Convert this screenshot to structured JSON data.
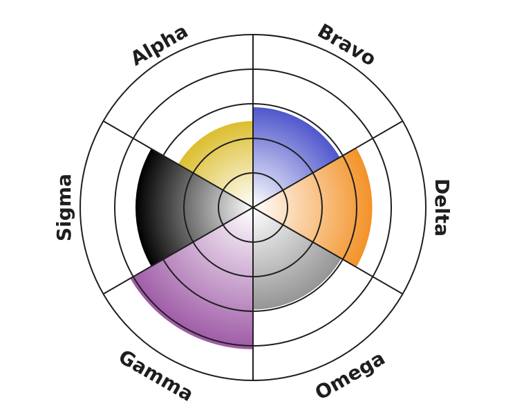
{
  "chart_data": {
    "type": "polar-area",
    "title": "",
    "categories": [
      "Alpha",
      "Bravo",
      "Delta",
      "Omega",
      "Gamma",
      "Sigma"
    ],
    "values": [
      50,
      58,
      69,
      59,
      82,
      68
    ],
    "colors": [
      "#dcbe2e",
      "#4f57cc",
      "#f39228",
      "#959595",
      "#9e5aa6",
      "#000000"
    ],
    "rlim": [
      0,
      100
    ],
    "grid_rings": [
      20,
      40,
      60,
      80,
      100
    ],
    "grid": true,
    "legend": "none"
  }
}
